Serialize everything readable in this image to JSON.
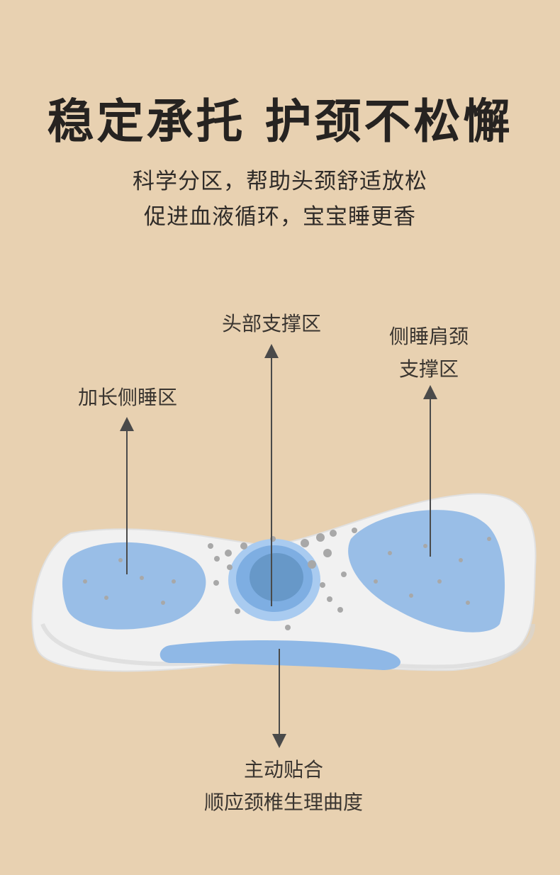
{
  "heading": "稳定承托 护颈不松懈",
  "subtitle_lines": [
    "科学分区，帮助头颈舒适放松",
    "促进血液循环，宝宝睡更香"
  ],
  "labels": {
    "extended_side": "加长侧睡区",
    "head_support": "头部支撑区",
    "side_shoulder_neck": [
      "侧睡肩颈",
      "支撑区"
    ],
    "fit": [
      "主动贴合",
      "顺应颈椎生理曲度"
    ]
  },
  "colors": {
    "background": "#e8d1b1",
    "zone_blue": "#8fb8e6",
    "pillow": "#f2f2f2"
  }
}
